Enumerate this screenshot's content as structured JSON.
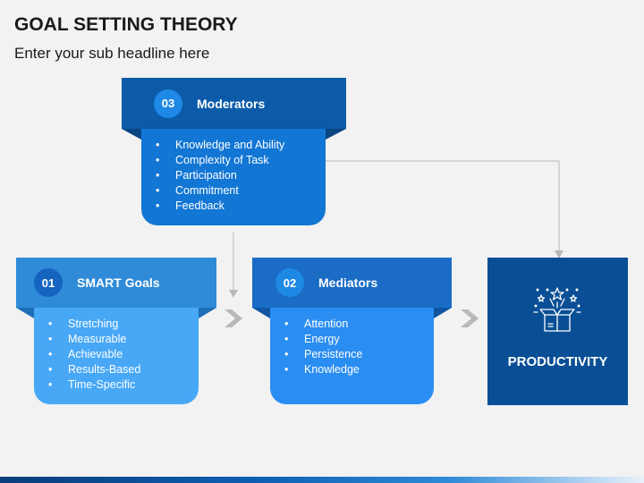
{
  "title": "GOAL SETTING THEORY",
  "subtitle": "Enter your sub headline here",
  "moderators": {
    "number": "03",
    "label": "Moderators",
    "items": [
      "Knowledge and Ability",
      "Complexity of Task",
      "Participation",
      "Commitment",
      "Feedback"
    ]
  },
  "smart_goals": {
    "number": "01",
    "label": "SMART Goals",
    "items": [
      "Stretching",
      "Measurable",
      "Achievable",
      "Results-Based",
      "Time-Specific"
    ]
  },
  "mediators": {
    "number": "02",
    "label": "Mediators",
    "items": [
      "Attention",
      "Energy",
      "Persistence",
      "Knowledge"
    ]
  },
  "productivity": {
    "label": "PRODUCTIVITY",
    "icon": "gift-box-sparkle-icon"
  },
  "colors": {
    "dark_blue": "#0a4f96",
    "mid_blue": "#1276d4",
    "light_blue": "#48a8f6",
    "arrow_gray": "#b8b8b8"
  }
}
